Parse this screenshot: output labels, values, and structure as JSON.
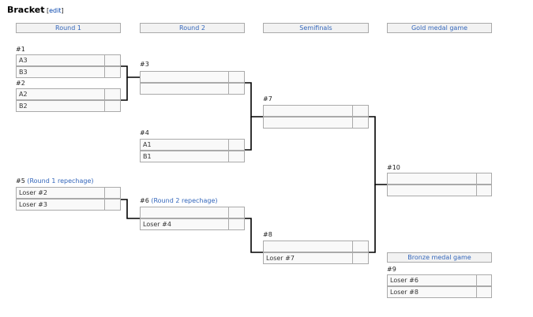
{
  "heading": "Bracket",
  "edit": {
    "open": "[",
    "label": "edit",
    "close": "]"
  },
  "rounds": [
    "Round 1",
    "Round 2",
    "Semifinals",
    "Gold medal game"
  ],
  "bronze_header": "Bronze medal game",
  "matches": {
    "m1": {
      "num": "#1",
      "team1": "A3",
      "team2": "B3",
      "score1": "",
      "score2": ""
    },
    "m2": {
      "num": "#2",
      "team1": "A2",
      "team2": "B2",
      "score1": "",
      "score2": ""
    },
    "m3": {
      "num": "#3",
      "team1": "",
      "team2": "",
      "score1": "",
      "score2": ""
    },
    "m4": {
      "num": "#4",
      "team1": "A1",
      "team2": "B1",
      "score1": "",
      "score2": ""
    },
    "m5": {
      "num": "#5",
      "note": "(Round 1 repechage)",
      "team1": "Loser #2",
      "team2": "Loser #3",
      "score1": "",
      "score2": ""
    },
    "m6": {
      "num": "#6",
      "note": "(Round 2 repechage)",
      "team1": "",
      "team2": "Loser #4",
      "score1": "",
      "score2": ""
    },
    "m7": {
      "num": "#7",
      "team1": "",
      "team2": "",
      "score1": "",
      "score2": ""
    },
    "m8": {
      "num": "#8",
      "team1": "",
      "team2": "Loser #7",
      "score1": "",
      "score2": ""
    },
    "m9": {
      "num": "#9",
      "team1": "Loser #6",
      "team2": "Loser #8",
      "score1": "",
      "score2": ""
    },
    "m10": {
      "num": "#10",
      "team1": "",
      "team2": "",
      "score1": "",
      "score2": ""
    }
  }
}
